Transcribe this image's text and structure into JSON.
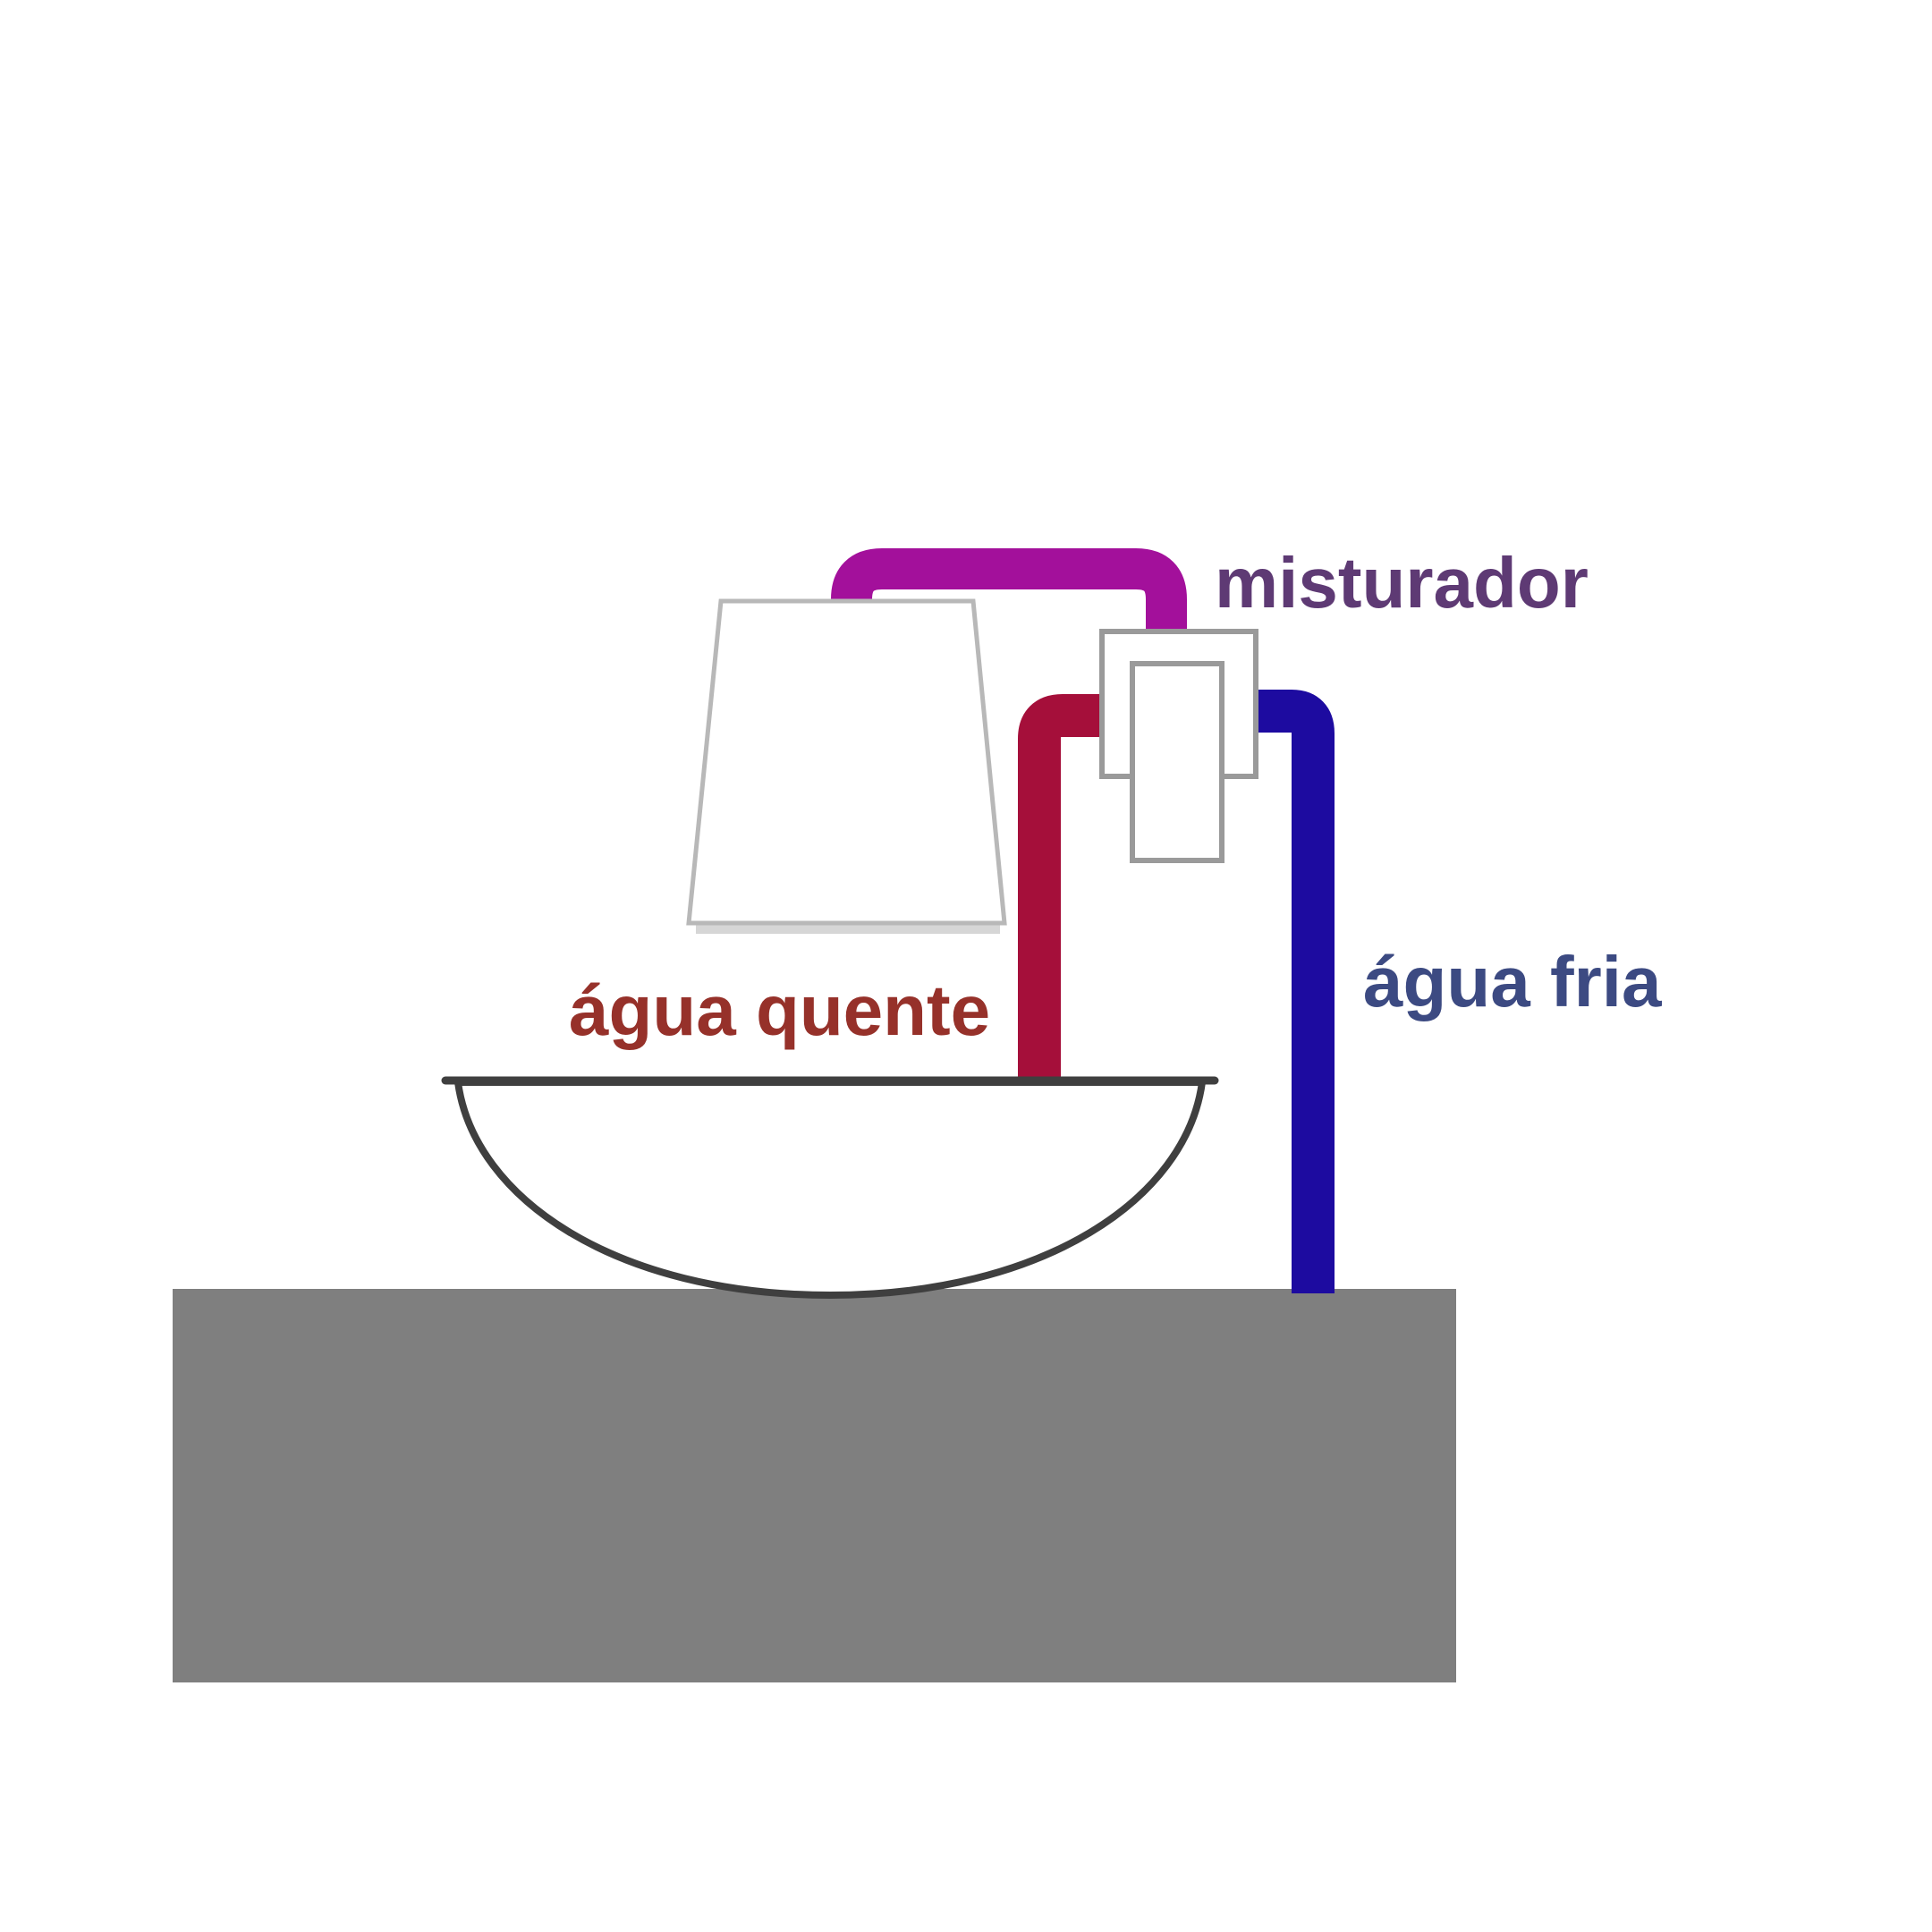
{
  "diagram": {
    "labels": {
      "mixer": "misturador",
      "hot_water": "água quente",
      "cold_water": "água fria"
    },
    "colors": {
      "mixed_pipe": "#a3109b",
      "hot_pipe": "#a50f3a",
      "cold_pipe": "#1d0ba0",
      "mixer_label": "#5e3a74",
      "hot_label": "#96312a",
      "cold_label": "#3c4a82",
      "counter": "#7f7f7f",
      "sink_outline": "#3f3f3f",
      "fixture_outline": "#9a9a9a"
    }
  }
}
